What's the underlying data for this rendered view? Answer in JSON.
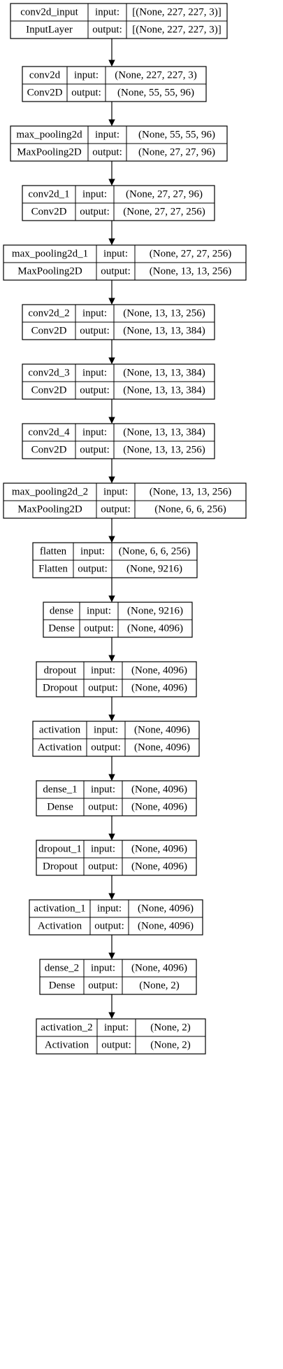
{
  "layers": [
    {
      "name": "conv2d_input",
      "type": "InputLayer",
      "input": "[(None, 227, 227, 3)]",
      "output": "[(None, 227, 227, 3)]"
    },
    {
      "name": "conv2d",
      "type": "Conv2D",
      "input": "(None, 227, 227, 3)",
      "output": "(None, 55, 55, 96)"
    },
    {
      "name": "max_pooling2d",
      "type": "MaxPooling2D",
      "input": "(None, 55, 55, 96)",
      "output": "(None, 27, 27, 96)"
    },
    {
      "name": "conv2d_1",
      "type": "Conv2D",
      "input": "(None, 27, 27, 96)",
      "output": "(None, 27, 27, 256)"
    },
    {
      "name": "max_pooling2d_1",
      "type": "MaxPooling2D",
      "input": "(None, 27, 27, 256)",
      "output": "(None, 13, 13, 256)"
    },
    {
      "name": "conv2d_2",
      "type": "Conv2D",
      "input": "(None, 13, 13, 256)",
      "output": "(None, 13, 13, 384)"
    },
    {
      "name": "conv2d_3",
      "type": "Conv2D",
      "input": "(None, 13, 13, 384)",
      "output": "(None, 13, 13, 384)"
    },
    {
      "name": "conv2d_4",
      "type": "Conv2D",
      "input": "(None, 13, 13, 384)",
      "output": "(None, 13, 13, 256)"
    },
    {
      "name": "max_pooling2d_2",
      "type": "MaxPooling2D",
      "input": "(None, 13, 13, 256)",
      "output": "(None, 6, 6, 256)"
    },
    {
      "name": "flatten",
      "type": "Flatten",
      "input": "(None, 6, 6, 256)",
      "output": "(None, 9216)"
    },
    {
      "name": "dense",
      "type": "Dense",
      "input": "(None, 9216)",
      "output": "(None, 4096)"
    },
    {
      "name": "dropout",
      "type": "Dropout",
      "input": "(None, 4096)",
      "output": "(None, 4096)"
    },
    {
      "name": "activation",
      "type": "Activation",
      "input": "(None, 4096)",
      "output": "(None, 4096)"
    },
    {
      "name": "dense_1",
      "type": "Dense",
      "input": "(None, 4096)",
      "output": "(None, 4096)"
    },
    {
      "name": "dropout_1",
      "type": "Dropout",
      "input": "(None, 4096)",
      "output": "(None, 4096)"
    },
    {
      "name": "activation_1",
      "type": "Activation",
      "input": "(None, 4096)",
      "output": "(None, 4096)"
    },
    {
      "name": "dense_2",
      "type": "Dense",
      "input": "(None, 4096)",
      "output": "(None, 2)"
    },
    {
      "name": "activation_2",
      "type": "Activation",
      "input": "(None, 2)",
      "output": "(None, 2)"
    }
  ],
  "labels": {
    "input": "input:",
    "output": "output:"
  }
}
